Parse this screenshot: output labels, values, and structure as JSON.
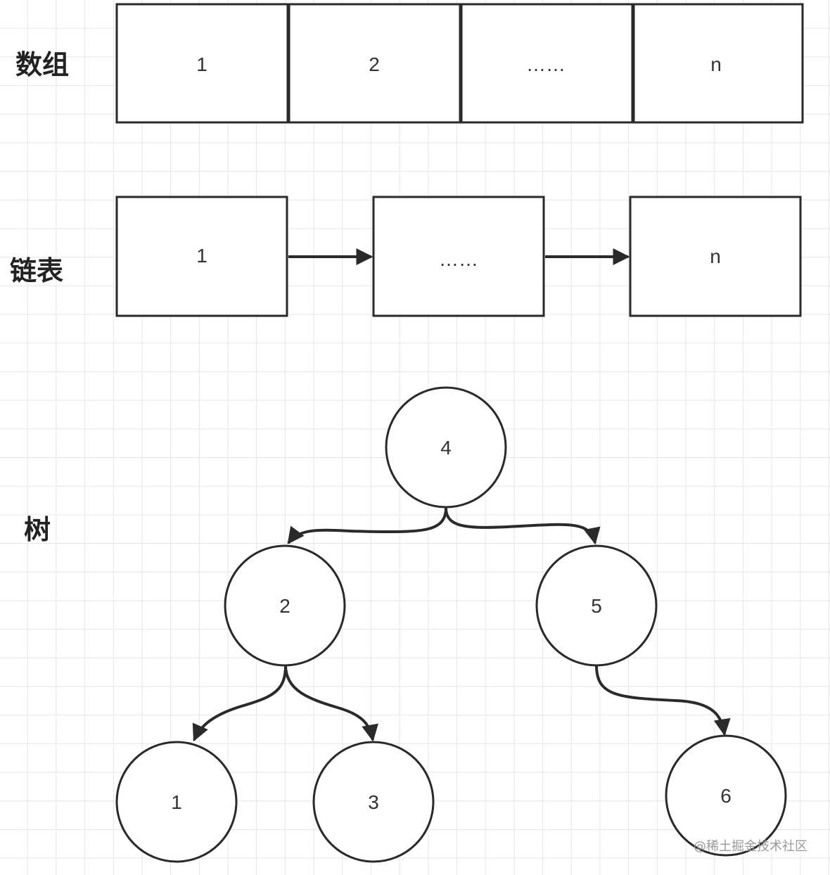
{
  "labels": {
    "array": "数组",
    "linked_list": "链表",
    "tree": "树"
  },
  "array_cells": [
    "1",
    "2",
    "……",
    "n"
  ],
  "linked_list_nodes": [
    "1",
    "……",
    "n"
  ],
  "tree_nodes": {
    "root": "4",
    "left": "2",
    "right": "5",
    "left_left": "1",
    "left_right": "3",
    "right_right": "6"
  },
  "watermark": "@稀土掘金技术社区"
}
